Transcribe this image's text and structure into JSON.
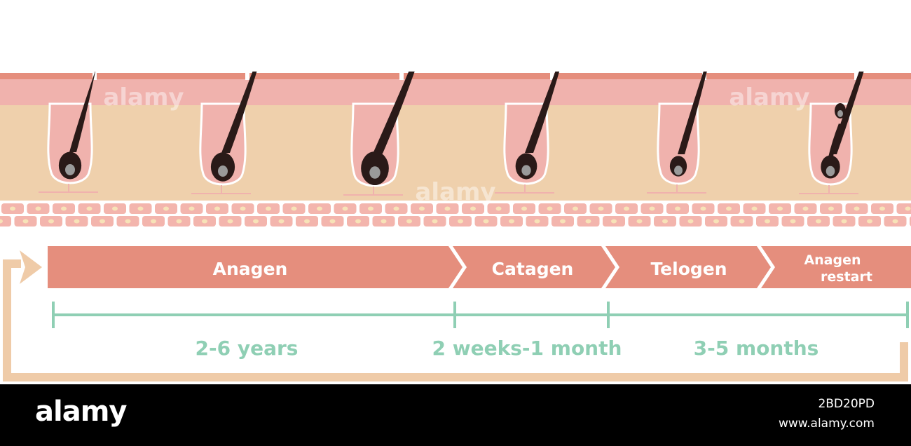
{
  "colors": {
    "epidermis_top": "#e58e7d",
    "epidermis": "#f0b2ad",
    "dermis": "#efd0ac",
    "cell_fill": "#f3b5ad",
    "cell_nucleus": "#f7e3b8",
    "hair": "#2a1a18",
    "papilla": "#9a9a9a",
    "phase_bar": "#e58e7d",
    "timeline": "#8fcfb4",
    "cycle_arrow": "#efcba8",
    "footer_bg": "#000000"
  },
  "phases": [
    {
      "id": "anagen",
      "label": "Anagen"
    },
    {
      "id": "catagen",
      "label": "Catagen"
    },
    {
      "id": "telogen",
      "label": "Telogen"
    },
    {
      "id": "restart",
      "label_line1": "Anagen",
      "label_line2": "restart"
    }
  ],
  "durations": [
    {
      "id": "anagen",
      "label": "2-6 years"
    },
    {
      "id": "catagen",
      "label": "2 weeks-1 month"
    },
    {
      "id": "telogen",
      "label": "3-5 months"
    }
  ],
  "hair_stages": [
    {
      "id": "h1",
      "icon": "hair-follicle-icon"
    },
    {
      "id": "h2",
      "icon": "hair-follicle-icon"
    },
    {
      "id": "h3",
      "icon": "hair-follicle-icon"
    },
    {
      "id": "h4",
      "icon": "hair-follicle-icon"
    },
    {
      "id": "h5",
      "icon": "hair-follicle-icon"
    },
    {
      "id": "h6",
      "icon": "hair-follicle-icon"
    }
  ],
  "watermark": {
    "text": "alamy"
  },
  "footer": {
    "logo": "alamy",
    "image_id": "2BD20PD",
    "url": "www.alamy.com"
  }
}
